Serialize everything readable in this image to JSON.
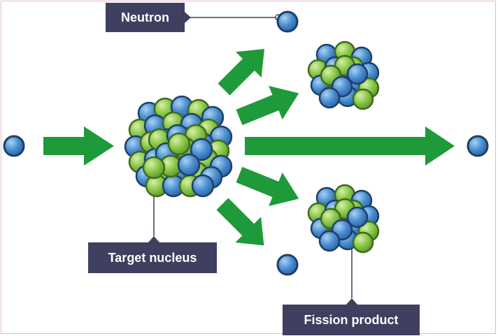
{
  "labels": {
    "neutron": "Neutron",
    "target_nucleus": "Target nucleus",
    "fission_product": "Fission product"
  },
  "colors": {
    "neutron_blue": "#4a8fd0",
    "proton_green": "#8ac84a",
    "arrow_green": "#1f9a3a",
    "label_bg": "#3f3f5f",
    "border_pink": "#e6b8c8"
  }
}
